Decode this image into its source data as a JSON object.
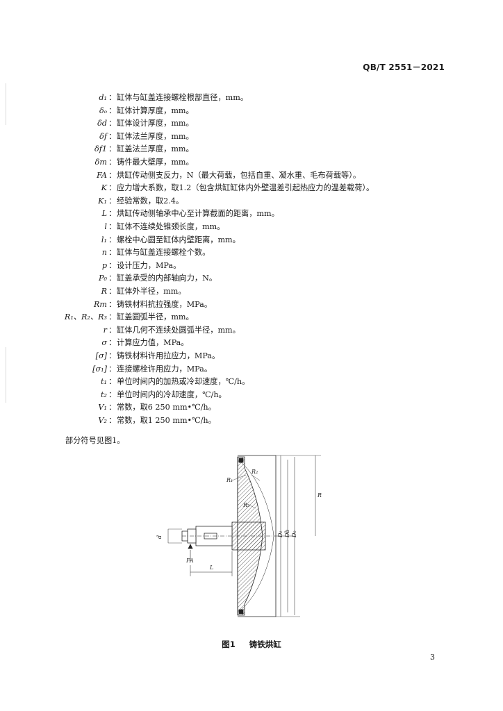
{
  "header": {
    "standard_code": "QB/T 2551－2021"
  },
  "symbols": [
    {
      "sym": "d₁",
      "desc": "缸体与缸盖连接螺栓根部直径，mm。"
    },
    {
      "sym": "δₒ",
      "desc": "缸体计算厚度，mm。"
    },
    {
      "sym": "δd",
      "desc": "缸体设计厚度，mm。"
    },
    {
      "sym": "δf",
      "desc": "缸体法兰厚度，mm。"
    },
    {
      "sym": "δf1",
      "desc": "缸盖法兰厚度，mm。"
    },
    {
      "sym": "δm",
      "desc": "铸件最大壁厚，mm。"
    },
    {
      "sym": "FA",
      "desc": "烘缸传动侧支反力，N（最大荷载，包括自重、凝水重、毛布荷载等）。"
    },
    {
      "sym": "K",
      "desc": "应力增大系数，取1.2（包含烘缸缸体内外壁温差引起热应力的温差载荷）。"
    },
    {
      "sym": "K₁",
      "desc": "经验常数，取2.4。"
    },
    {
      "sym": "L",
      "desc": "烘缸传动侧轴承中心至计算截面的距离，mm。"
    },
    {
      "sym": "l",
      "desc": "缸体不连续处锥颈长度，mm。"
    },
    {
      "sym": "l₁",
      "desc": "螺栓中心圆至缸体内壁距离，mm。"
    },
    {
      "sym": "n",
      "desc": "缸体与缸盖连接螺栓个数。"
    },
    {
      "sym": "p",
      "desc": "设计压力，MPa。"
    },
    {
      "sym": "P₀",
      "desc": "缸盖承受的内部轴向力，N。"
    },
    {
      "sym": "R",
      "desc": "缸体外半径，mm。"
    },
    {
      "sym": "Rm",
      "desc": "铸铁材料抗拉强度，MPa。"
    },
    {
      "sym": "R₁、R₂、R₃",
      "desc": "缸盖圆弧半径，mm。"
    },
    {
      "sym": "r",
      "desc": "缸体几何不连续处圆弧半径，mm。"
    },
    {
      "sym": "σ",
      "desc": "计算应力值，MPa。"
    },
    {
      "sym": "[σ]",
      "desc": "铸铁材料许用拉应力，MPa。"
    },
    {
      "sym": "[σ₁]",
      "desc": "连接螺栓许用应力，MPa。"
    },
    {
      "sym": "t₁",
      "desc": "单位时间内的加热或冷却速度，℃/h。"
    },
    {
      "sym": "t₂",
      "desc": "单位时间内的冷却速度，℃/h。"
    },
    {
      "sym": "V₁",
      "desc": "常数，取6 250 mm•℃/h。"
    },
    {
      "sym": "V₂",
      "desc": "常数，取1 250 mm•℃/h。"
    }
  ],
  "note": "部分符号见图1。",
  "figure": {
    "labels": {
      "R1": "R₁",
      "R2": "R₂",
      "R3": "R₃",
      "R": "R",
      "D1": "D₁",
      "Db": "Db",
      "Do": "D₀",
      "d": "d",
      "FA": "FA",
      "L": "L"
    },
    "caption_num": "图1",
    "caption_title": "铸铁烘缸"
  },
  "page_number": "3"
}
